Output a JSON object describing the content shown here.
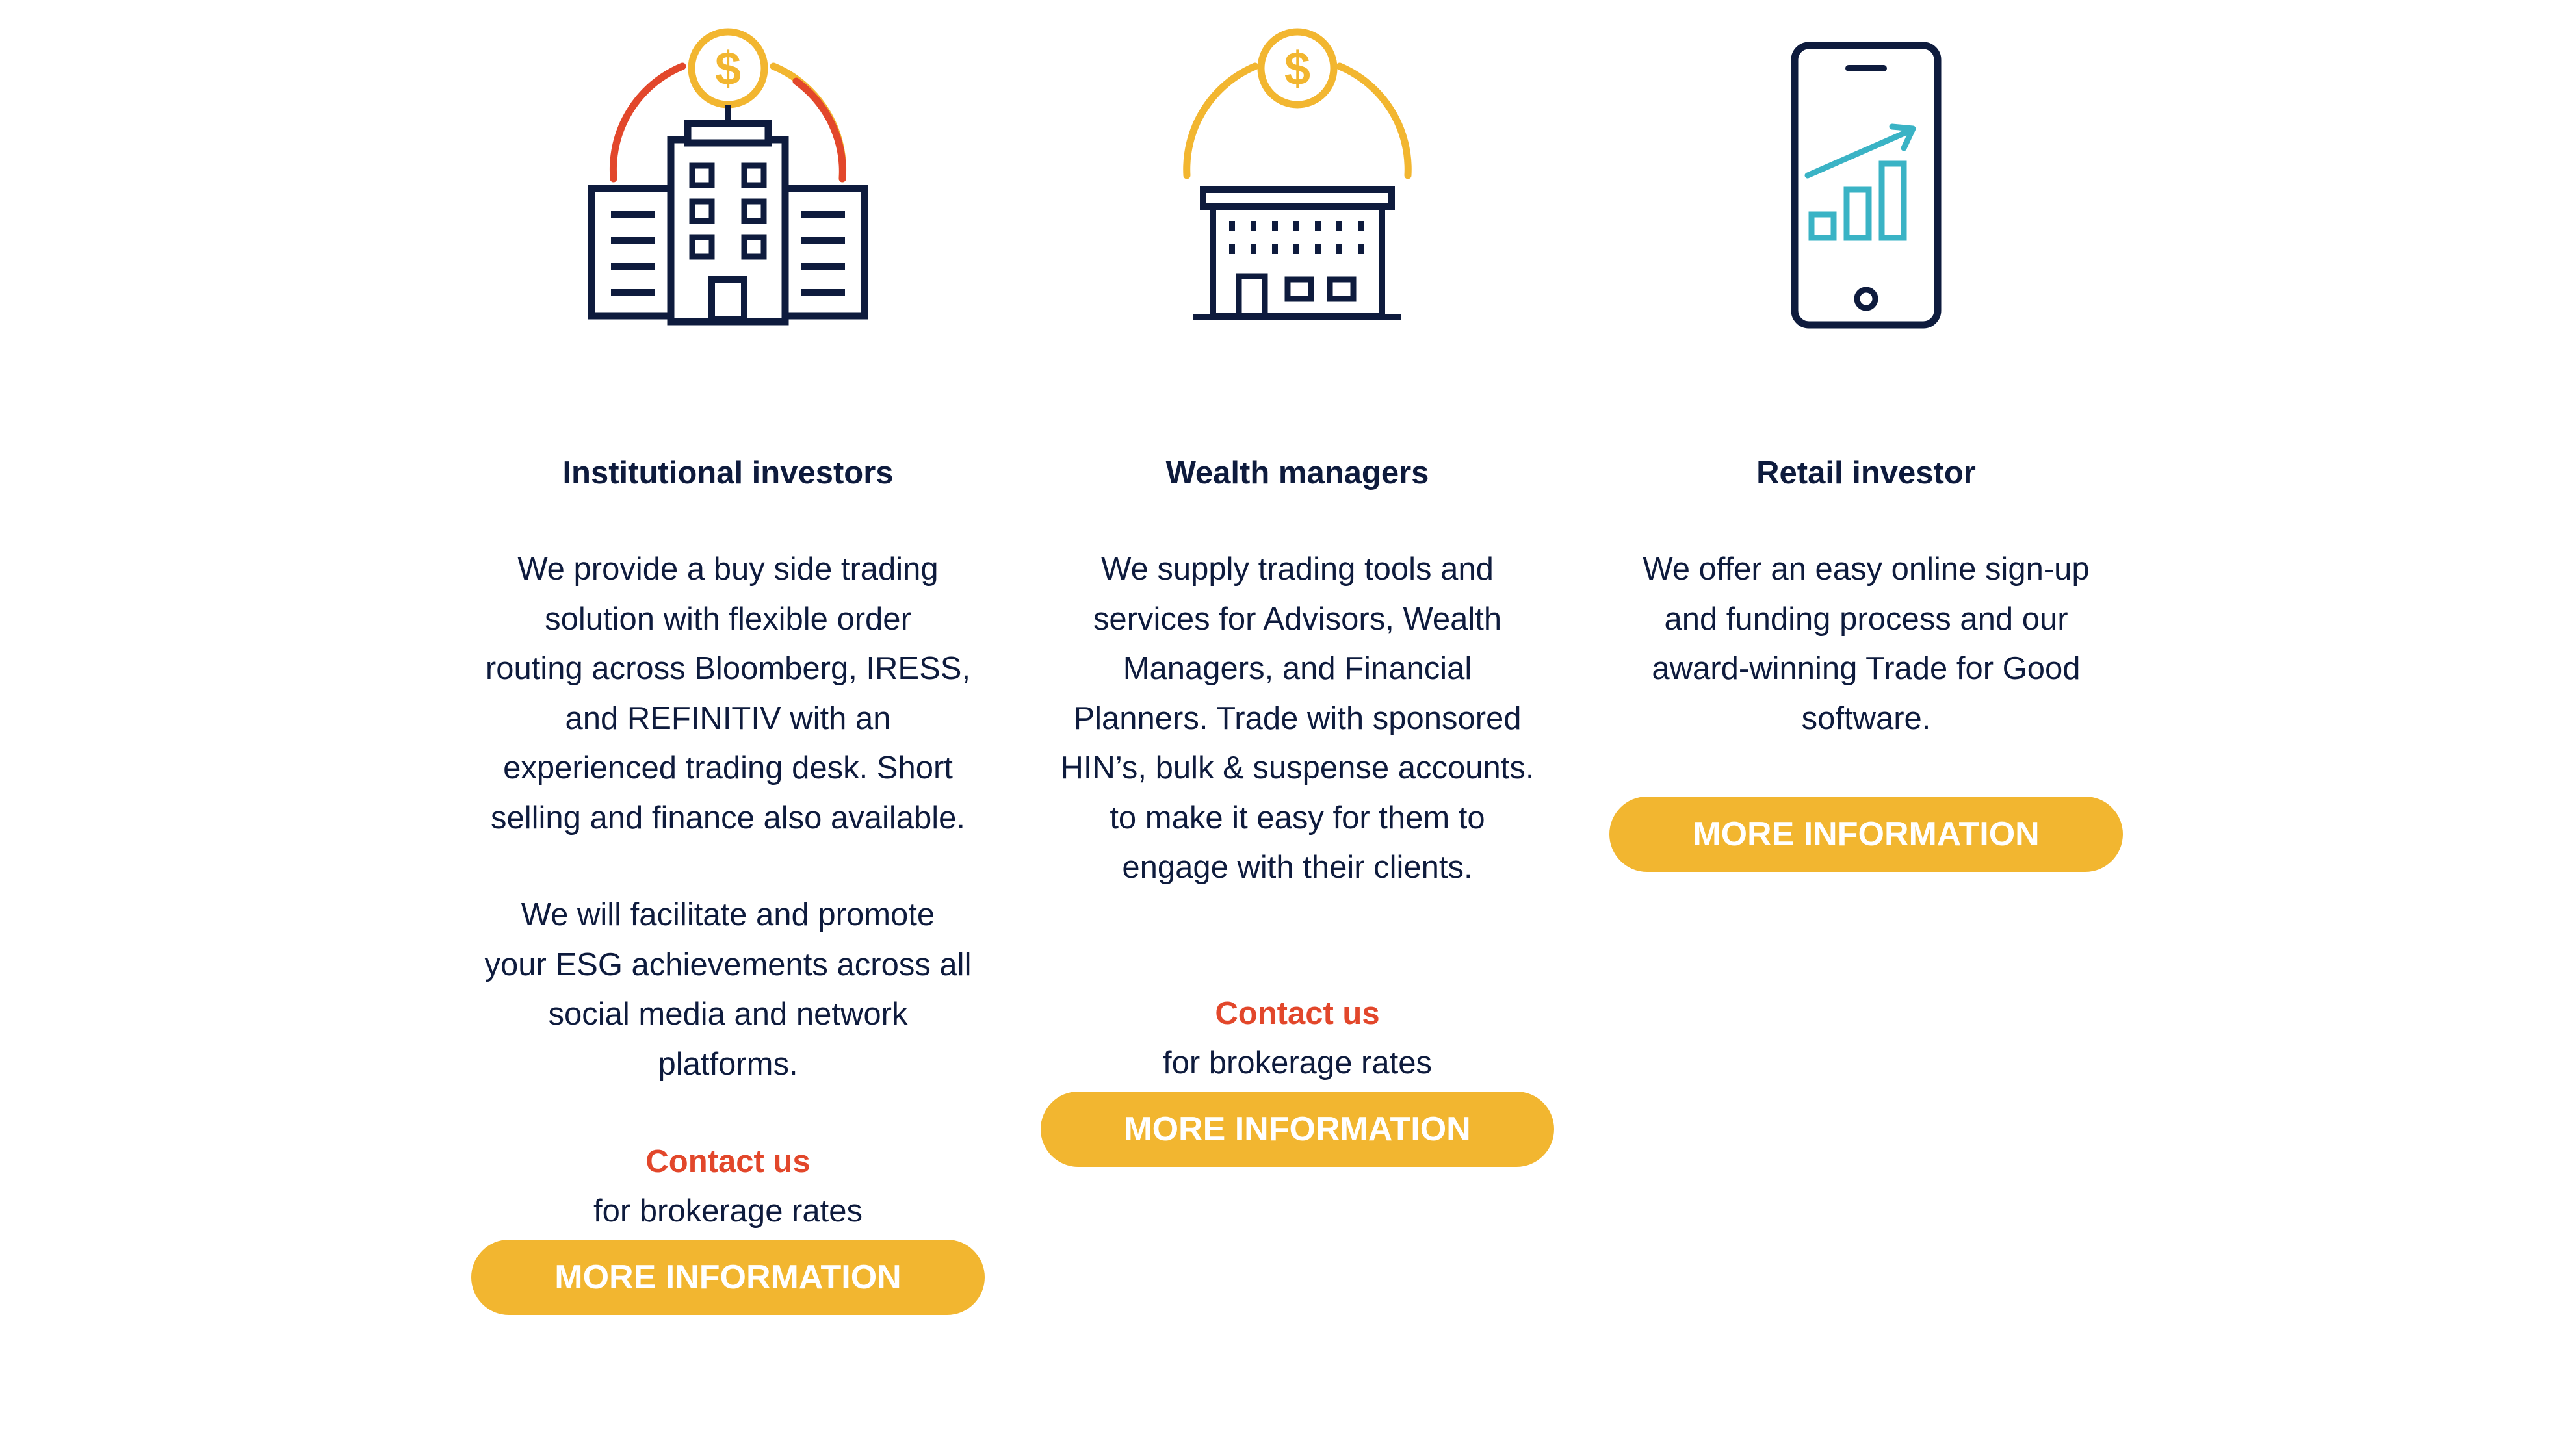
{
  "colors": {
    "navy": "#0e1b3d",
    "accent_red": "#e2472b",
    "accent_yellow": "#f2b630",
    "accent_teal": "#3ab3c5",
    "button_text": "#ffffff"
  },
  "cards": [
    {
      "icon": "office-buildings-dollar-icon",
      "title": "Institutional investors",
      "paragraph_lines": [
        "We provide a buy side trading",
        "solution with flexible order",
        "routing across Bloomberg, IRESS,",
        "and REFINITIV with an",
        "experienced trading desk. Short",
        "selling and finance also available."
      ],
      "paragraph2_lines": [
        "We will facilitate and promote",
        "your ESG achievements across all",
        "social media and network",
        "platforms."
      ],
      "contact_label": "Contact us",
      "rates_label": "for brokerage rates",
      "button_label": "MORE INFORMATION"
    },
    {
      "icon": "bank-building-dollar-icon",
      "title": "Wealth managers",
      "paragraph_lines": [
        "We supply trading tools and",
        "services for Advisors, Wealth",
        "Managers, and Financial",
        "Planners. Trade with sponsored",
        "HIN’s, bulk & suspense accounts.",
        "to make it easy for them to",
        "engage with their clients."
      ],
      "contact_label": "Contact us",
      "rates_label": "for brokerage rates",
      "button_label": "MORE INFORMATION"
    },
    {
      "icon": "smartphone-growth-chart-icon",
      "title": "Retail investor",
      "paragraph_lines": [
        "We offer an easy online sign-up",
        "and funding process and our",
        "award-winning Trade for Good",
        "software."
      ],
      "button_label": "MORE INFORMATION"
    }
  ]
}
